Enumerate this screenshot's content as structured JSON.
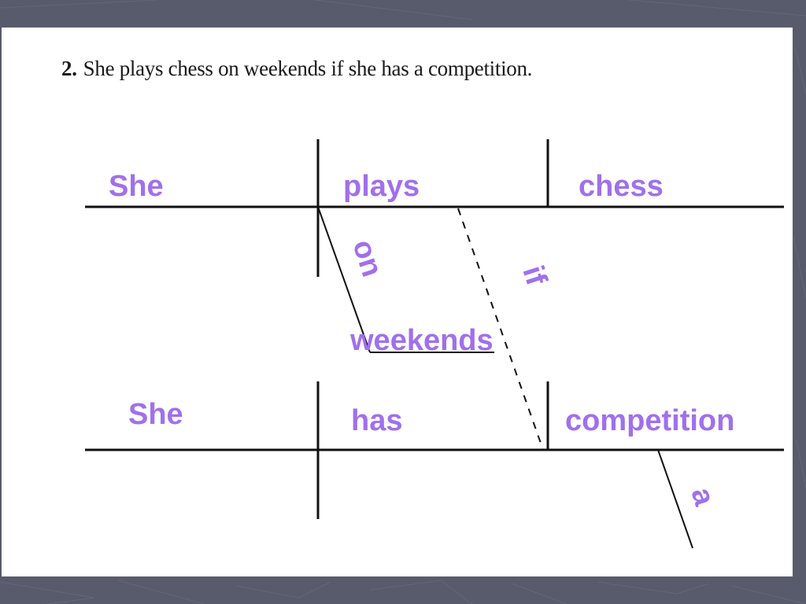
{
  "exercise": {
    "number": "2.",
    "sentence": "She plays chess on weekends if she has a competition."
  },
  "main_clause": {
    "subject": "She",
    "verb": "plays",
    "object": "chess",
    "preposition": "on",
    "prep_object": "weekends"
  },
  "connector": "if",
  "sub_clause": {
    "subject": "She",
    "verb": "has",
    "object": "competition",
    "modifier": "a"
  },
  "colors": {
    "word": "#a070ec",
    "line": "#111111",
    "background": "#585b6b",
    "panel": "#ffffff"
  }
}
